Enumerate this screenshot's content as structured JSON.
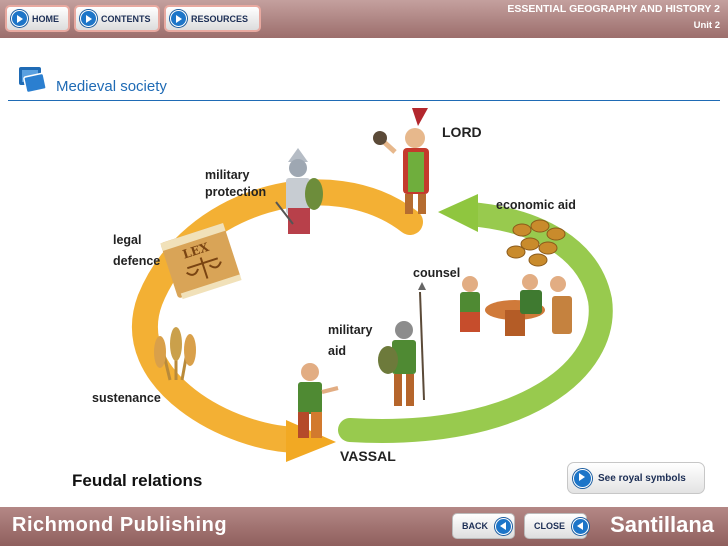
{
  "nav": {
    "home_label": "HOME",
    "contents_label": "CONTENTS",
    "resources_label": "RESOURCES"
  },
  "header": {
    "course_title": "ESSENTIAL GEOGRAPHY AND HISTORY 2",
    "unit": "Unit 2"
  },
  "page": {
    "title": "Medieval society"
  },
  "diagram": {
    "lord": "LORD",
    "vassal": "VASSAL",
    "military_protection_1": "military",
    "military_protection_2": "protection",
    "economic_aid": "economic aid",
    "legal_defence_1": "legal",
    "legal_defence_2": "defence",
    "counsel": "counsel",
    "military_aid_1": "military",
    "military_aid_2": "aid",
    "sustenance": "sustenance",
    "book_text": "LEX"
  },
  "caption": "Feudal relations",
  "royal_button_label": "See royal symbols",
  "footer": {
    "publisher_left": "Richmond Publishing",
    "publisher_right": "Santillana",
    "back_label": "BACK",
    "close_label": "CLOSE"
  },
  "colors": {
    "accent_blue": "#1f6bb5",
    "nav_text": "#1c2e55",
    "arrow_orange": "#f2a923",
    "arrow_green": "#8fc63f",
    "bar_brown": "#9c6e6c"
  },
  "icons": [
    "play-icon",
    "book-stack-icon",
    "back-arrow-icon"
  ]
}
